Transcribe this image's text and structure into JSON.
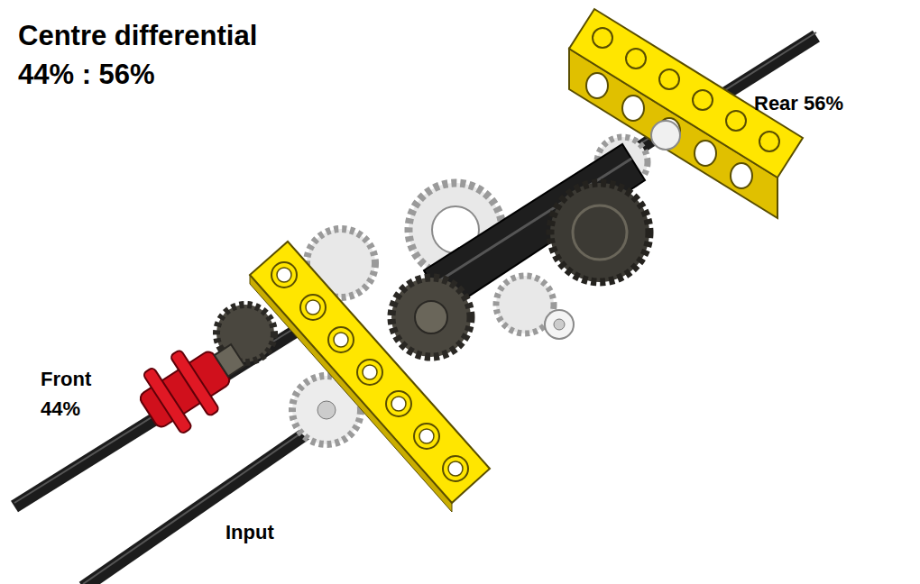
{
  "diagram": {
    "title": "Centre differential 44% : 56%",
    "labels": [
      "Rear 56%",
      "Front 44%",
      "Input"
    ]
  }
}
